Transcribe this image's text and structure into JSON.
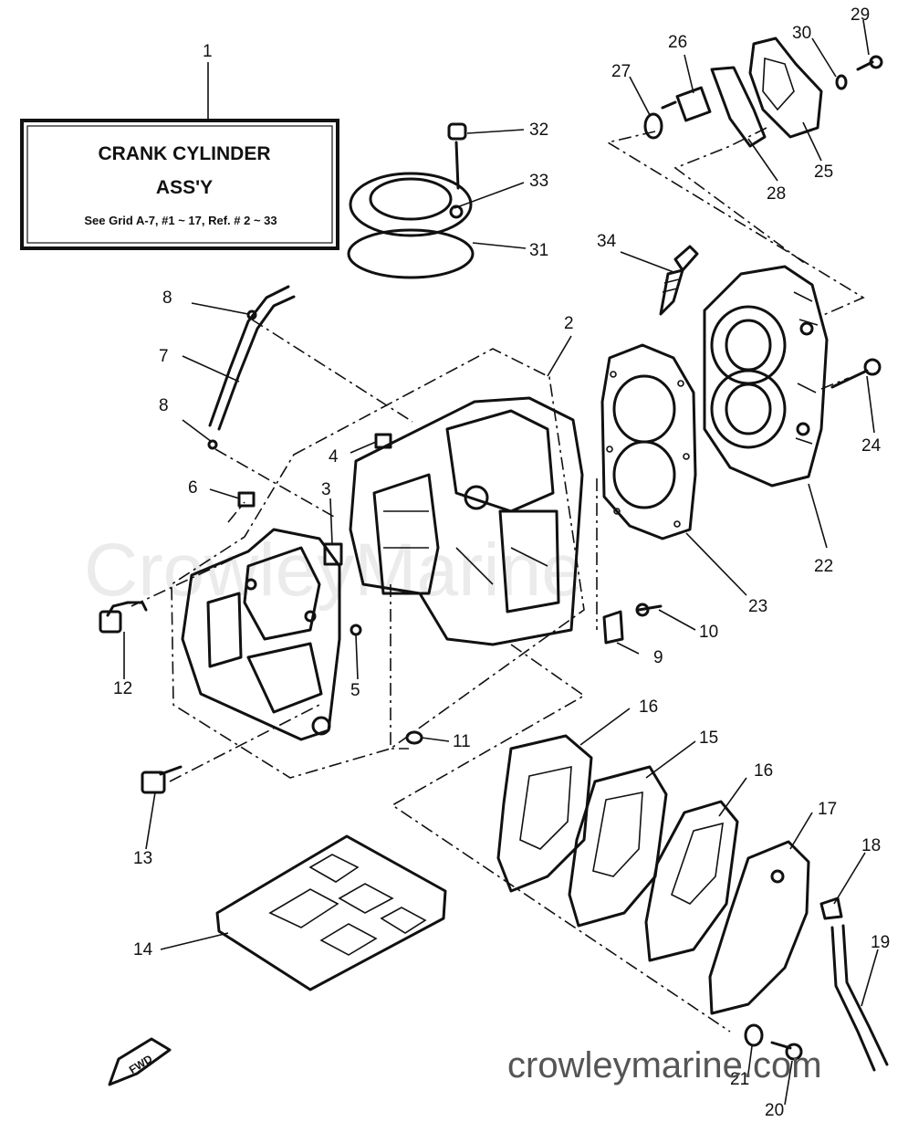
{
  "assy_box": {
    "ref_number": "1",
    "title_line1": "CRANK CYLINDER",
    "title_line2": "ASS'Y",
    "note": "See Grid A-7,  #1 ~ 17, Ref. # 2 ~ 33"
  },
  "part_labels": [
    "2",
    "3",
    "4",
    "5",
    "6",
    "7",
    "8",
    "8",
    "9",
    "10",
    "11",
    "12",
    "13",
    "14",
    "15",
    "16",
    "16",
    "17",
    "18",
    "19",
    "20",
    "21",
    "22",
    "23",
    "24",
    "25",
    "26",
    "27",
    "28",
    "29",
    "30",
    "31",
    "32",
    "33",
    "34"
  ],
  "watermark": "CrowleyMarine",
  "website": "crowleymarine.com",
  "fwd_label": "FWD"
}
